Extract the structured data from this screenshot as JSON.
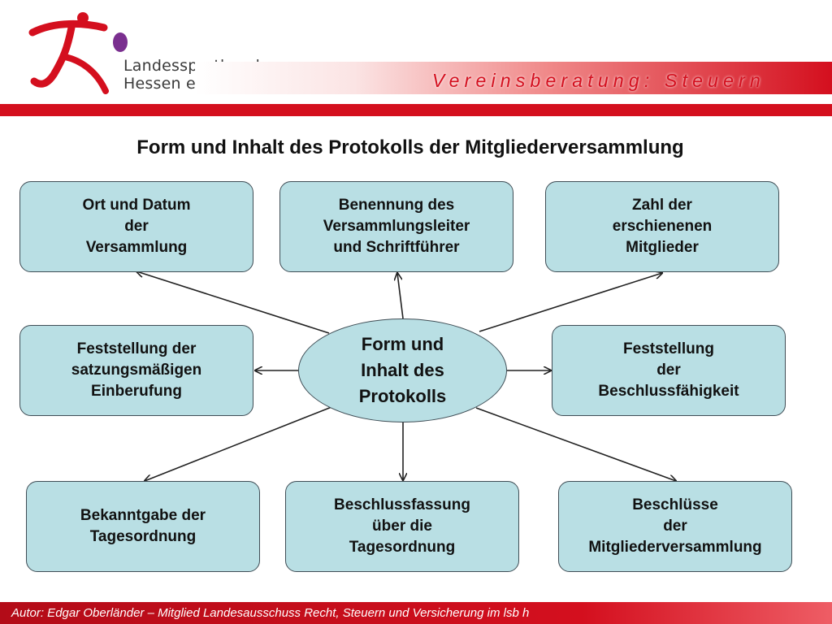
{
  "organization": {
    "name_line1": "Landessportbund",
    "name_line2": "Hessen e.V."
  },
  "header": {
    "banner_text": "Vereinsberatung: Steuern"
  },
  "title": "Form und Inhalt des Protokolls der Mitgliederversammlung",
  "diagram": {
    "center": "Form und\nInhalt des\nProtokolls",
    "nodes": {
      "top_left": "Ort und Datum\nder\nVersammlung",
      "top_center": "Benennung des\nVersammlungsleiter\nund Schriftführer",
      "top_right": "Zahl der\nerschienenen\nMitglieder",
      "middle_left": "Feststellung der\nsatzungsmäßigen\nEinberufung",
      "middle_right": "Feststellung\nder\nBeschlussfähigkeit",
      "bottom_left": "Bekanntgabe der\nTagesordnung",
      "bottom_center": "Beschlussfassung\nüber die\nTagesordnung",
      "bottom_right": "Beschlüsse\nder\nMitgliederversammlung"
    }
  },
  "footer": {
    "text": "Autor: Edgar Oberländer – Mitglied Landesausschuss Recht, Steuern und Versicherung im lsb h"
  },
  "colors": {
    "accent_red": "#d40f1e",
    "box_fill": "#b9dfe4",
    "box_border": "#3f4d55",
    "logo_purple": "#7a2f8f"
  }
}
